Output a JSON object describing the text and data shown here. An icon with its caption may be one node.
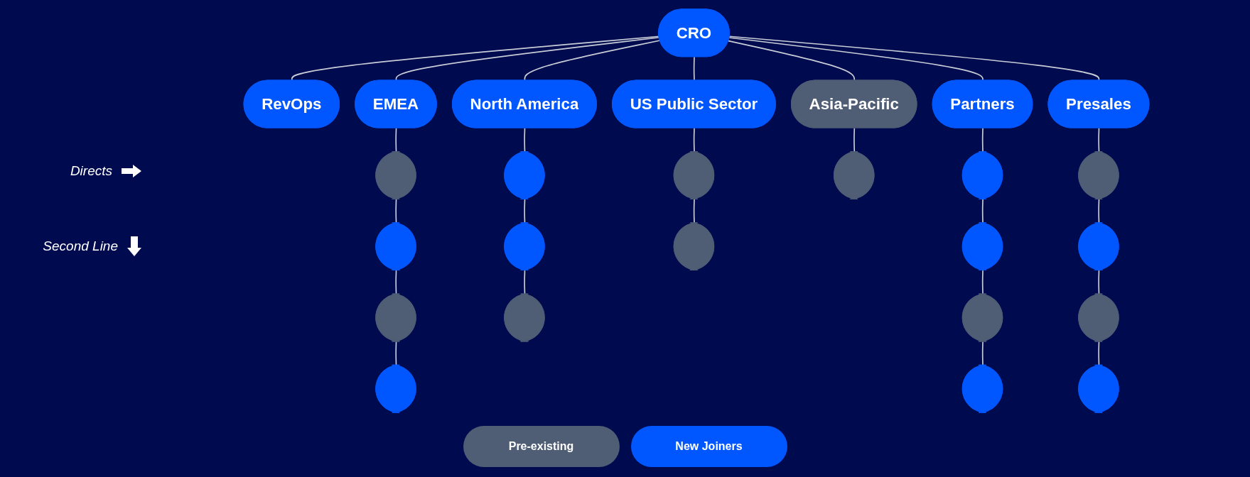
{
  "diagram": {
    "nodes": [
      {
        "text": [
          "CRO"
        ]
      },
      {
        "text": [
          "RevOps"
        ]
      },
      {
        "text": [
          "EMEA"
        ]
      },
      {
        "text": [
          "North America"
        ]
      },
      {
        "text": [
          "US Public Sector"
        ]
      },
      {
        "text": [
          "Asia-Pacific"
        ]
      },
      {
        "text": [
          "Partners"
        ]
      },
      {
        "text": [
          "Presales"
        ]
      },
      {
        "text": [],
        "shape": "box"
      },
      {
        "text": [],
        "shape": "box"
      },
      {
        "text": [],
        "shape": "box"
      },
      {
        "text": [],
        "shape": "box"
      },
      {
        "text": [],
        "shape": "box"
      },
      {
        "text": [],
        "shape": "box"
      },
      {
        "text": [],
        "shape": "box"
      },
      {
        "text": [],
        "shape": "box"
      },
      {
        "text": [],
        "shape": "box"
      },
      {
        "text": [],
        "shape": "box"
      },
      {
        "text": [],
        "shape": "box"
      },
      {
        "text": [],
        "shape": "box"
      },
      {
        "text": [],
        "shape": "box"
      },
      {
        "text": [],
        "shape": "box"
      },
      {
        "text": [],
        "shape": "box"
      },
      {
        "text": [],
        "shape": "box"
      },
      {
        "text": [],
        "shape": "box"
      },
      {
        "text": [],
        "shape": "box"
      }
    ],
    "edges": [
      {
        "from": 0,
        "to": 1,
        "arrow": "none"
      },
      {
        "from": 0,
        "to": 2,
        "arrow": "none"
      },
      {
        "from": 0,
        "to": 3,
        "arrow": "none"
      },
      {
        "from": 0,
        "to": 4,
        "arrow": "none"
      },
      {
        "from": 0,
        "to": 5,
        "arrow": "none"
      },
      {
        "from": 0,
        "to": 6,
        "arrow": "none"
      },
      {
        "from": 0,
        "to": 7,
        "arrow": "none"
      },
      {
        "from": 2,
        "to": 8,
        "arrow": "none"
      },
      {
        "from": 8,
        "to": 9,
        "arrow": "none"
      },
      {
        "from": 9,
        "to": 10,
        "arrow": "none"
      },
      {
        "from": 10,
        "to": 11,
        "arrow": "none"
      },
      {
        "from": 3,
        "to": 12,
        "arrow": "none"
      },
      {
        "from": 12,
        "to": 13,
        "arrow": "none"
      },
      {
        "from": 13,
        "to": 14,
        "arrow": "none"
      },
      {
        "from": 4,
        "to": 15,
        "arrow": "none"
      },
      {
        "from": 15,
        "to": 16,
        "arrow": "none"
      },
      {
        "from": 5,
        "to": 17,
        "arrow": "none"
      },
      {
        "from": 6,
        "to": 18,
        "arrow": "none"
      },
      {
        "from": 18,
        "to": 19,
        "arrow": "none"
      },
      {
        "from": 19,
        "to": 20,
        "arrow": "none"
      },
      {
        "from": 20,
        "to": 21,
        "arrow": "none"
      },
      {
        "from": 7,
        "to": 22,
        "arrow": "none"
      },
      {
        "from": 22,
        "to": 23,
        "arrow": "none"
      },
      {
        "from": 23,
        "to": 24,
        "arrow": "none"
      },
      {
        "from": 24,
        "to": 25,
        "arrow": "none"
      }
    ],
    "labels": [
      "Directs",
      "Second Line"
    ],
    "legend": [
      {
        "text": "Pre-existing",
        "color": "#4f5d75"
      },
      {
        "text": "New Joiners",
        "color": "#0057ff"
      }
    ]
  }
}
